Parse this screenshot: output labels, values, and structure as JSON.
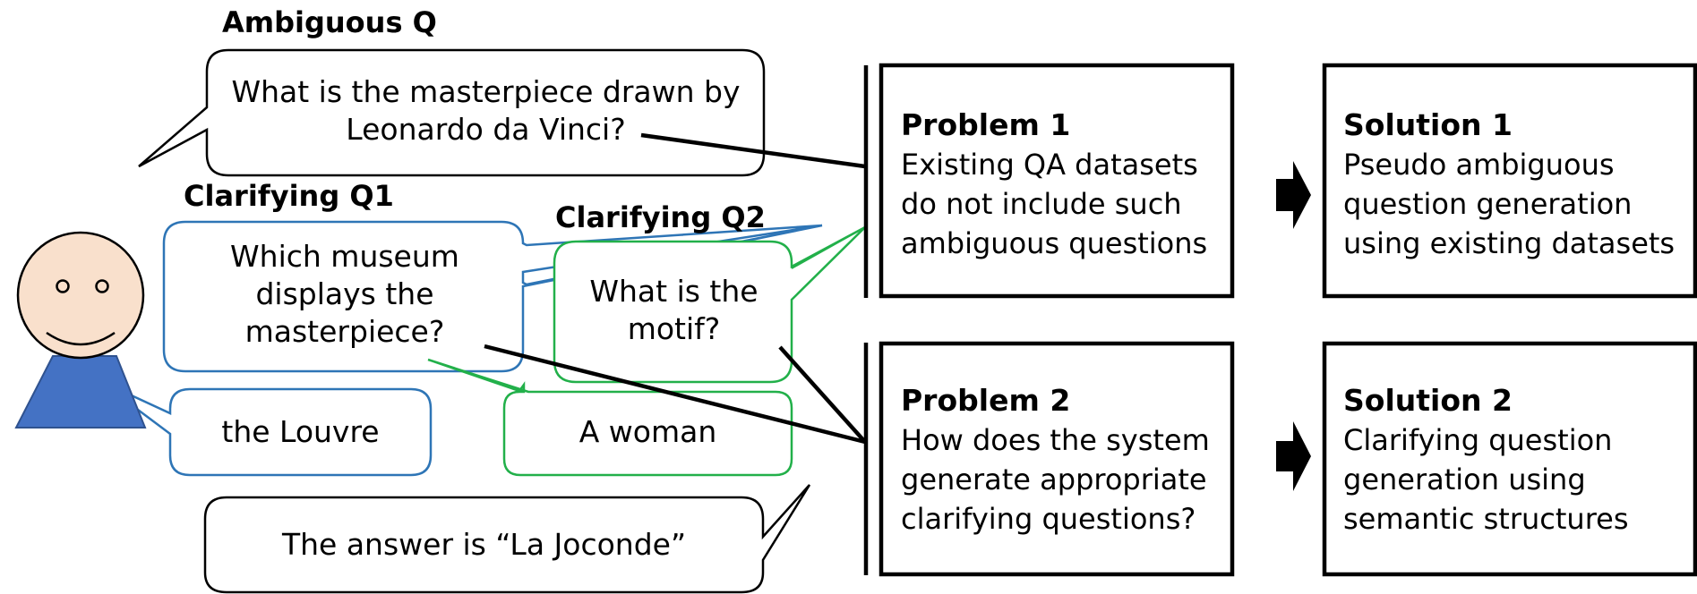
{
  "labels": {
    "ambiguous_q": "Ambiguous Q",
    "clarifying_q1": "Clarifying Q1",
    "clarifying_q2": "Clarifying Q2"
  },
  "bubbles": {
    "ambiguous_q": "What is the masterpiece drawn by Leonardo da Vinci?",
    "clarifying_q1": "Which museum displays the masterpiece?",
    "clarifying_q2": "What is the motif?",
    "answer_q1": "the Louvre",
    "answer_q2": "A woman",
    "final_answer": "The answer is “La Joconde”"
  },
  "boxes": {
    "problem1": {
      "title": "Problem 1",
      "lines": [
        "Existing QA datasets",
        "do not include such",
        "ambiguous questions"
      ]
    },
    "solution1": {
      "title": "Solution 1",
      "lines": [
        "Pseudo ambiguous",
        "question generation",
        "using existing datasets"
      ]
    },
    "problem2": {
      "title": "Problem 2",
      "lines": [
        "How does the system",
        "generate appropriate",
        "clarifying questions?"
      ]
    },
    "solution2": {
      "title": "Solution 2",
      "lines": [
        "Clarifying question",
        "generation using",
        "semantic structures"
      ]
    }
  },
  "colors": {
    "blue": "#2E75B6",
    "green": "#22B04A",
    "face": "#F9E0CC",
    "body": "#4472C4",
    "black": "#000000"
  }
}
